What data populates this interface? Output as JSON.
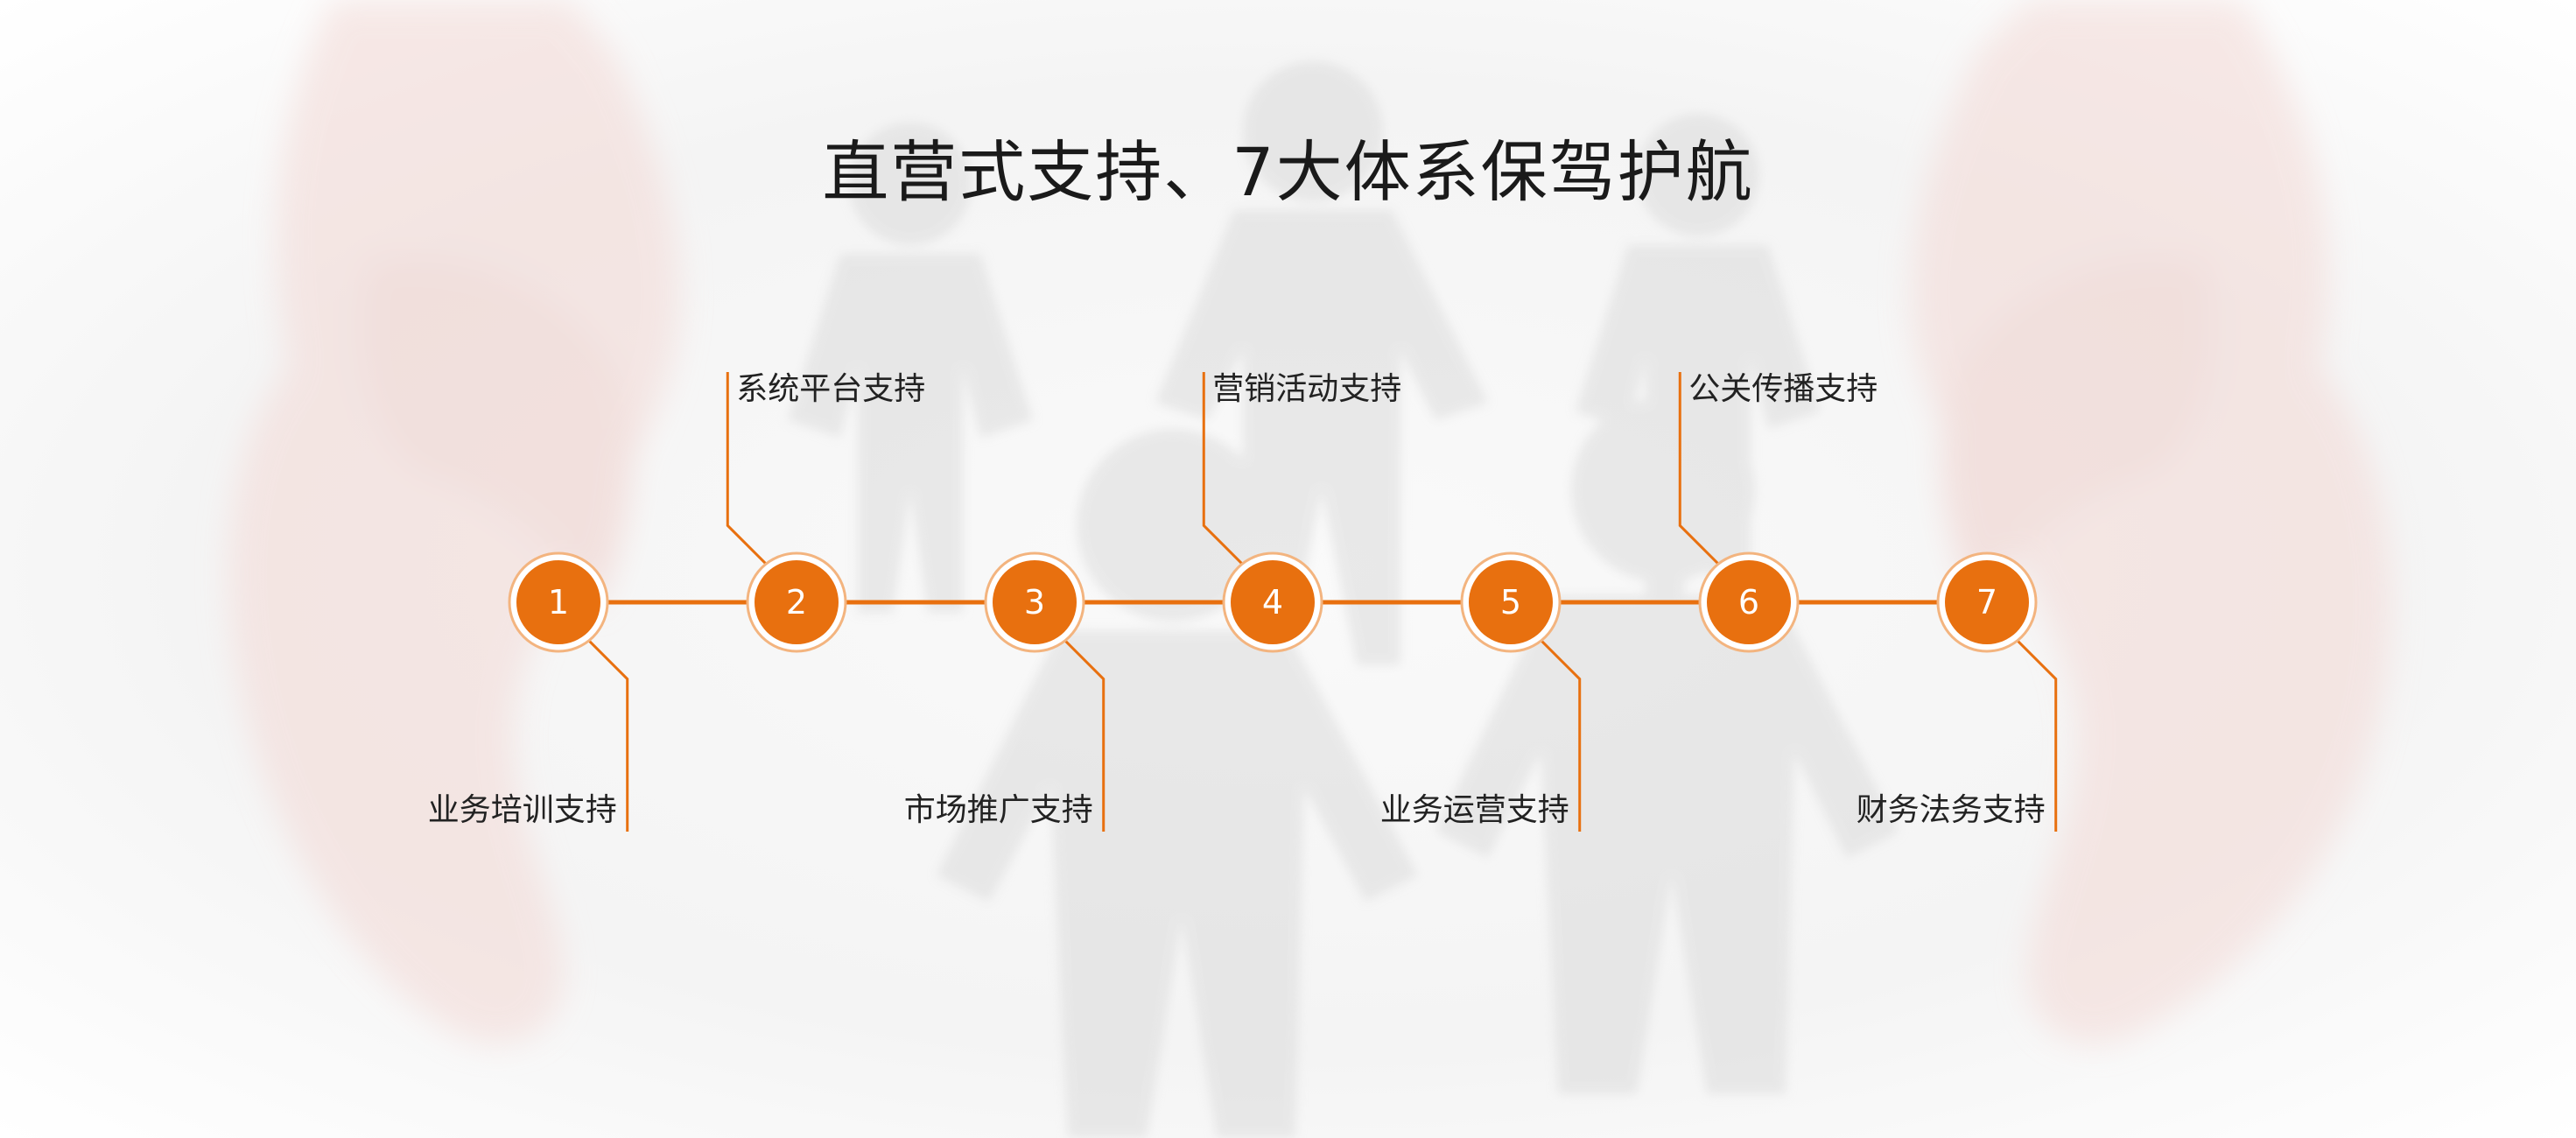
{
  "title": "直营式支持、7大体系保驾护航",
  "colors": {
    "accent": "#E8700F",
    "accent_light": "#F3B47F",
    "text": "#222222",
    "title": "#1a1a1a"
  },
  "steps": [
    {
      "number": "1",
      "label": "业务培训支持",
      "position": "below"
    },
    {
      "number": "2",
      "label": "系统平台支持",
      "position": "above"
    },
    {
      "number": "3",
      "label": "市场推广支持",
      "position": "below"
    },
    {
      "number": "4",
      "label": "营销活动支持",
      "position": "above"
    },
    {
      "number": "5",
      "label": "业务运营支持",
      "position": "below"
    },
    {
      "number": "6",
      "label": "公关传播支持",
      "position": "above"
    },
    {
      "number": "7",
      "label": "财务法务支持",
      "position": "below"
    }
  ]
}
